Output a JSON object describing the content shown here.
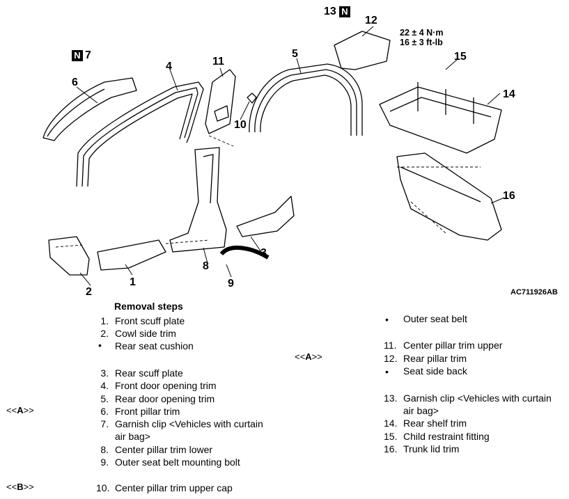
{
  "diagram": {
    "code": "AC711926AB",
    "torque": {
      "line1": "22 ± 4 N·m",
      "line2": "16 ± 3 ft-lb"
    },
    "nut_mark": "N",
    "callouts": [
      "1",
      "2",
      "3",
      "4",
      "5",
      "6",
      "7",
      "8",
      "9",
      "10",
      "11",
      "12",
      "13",
      "14",
      "15",
      "16"
    ]
  },
  "removal": {
    "title": "Removal steps",
    "left_steps": [
      {
        "num": "1.",
        "text": "Front scuff plate"
      },
      {
        "num": "2.",
        "text": "Cowl side trim"
      },
      {
        "num": "3.",
        "text": "Rear scuff plate"
      },
      {
        "num": "4.",
        "text": "Front door opening trim"
      },
      {
        "num": "5.",
        "text": "Rear door opening trim"
      },
      {
        "num": "6.",
        "text": "Front pillar trim"
      },
      {
        "num": "7.",
        "text": "Garnish clip <Vehicles with curtain"
      },
      {
        "num": "",
        "text": "air bag>"
      },
      {
        "num": "8.",
        "text": "Center pillar trim lower"
      },
      {
        "num": "9.",
        "text": "Outer seat belt mounting bolt"
      },
      {
        "num": "10.",
        "text": "Center pillar trim upper cap"
      }
    ],
    "left_bullet": "Rear seat cushion",
    "right_bullets": [
      "Outer seat belt",
      "Seat side back"
    ],
    "right_steps": [
      {
        "num": "11.",
        "text": "Center pillar trim upper"
      },
      {
        "num": "12.",
        "text": "Rear pillar trim"
      },
      {
        "num": "13.",
        "text": "Garnish clip <Vehicles with curtain"
      },
      {
        "num": "",
        "text": "air bag>"
      },
      {
        "num": "14.",
        "text": "Rear shelf trim"
      },
      {
        "num": "15.",
        "text": "Child restraint fitting"
      },
      {
        "num": "16.",
        "text": "Trunk lid trim"
      }
    ],
    "refs": {
      "a": "A",
      "b": "B"
    }
  }
}
